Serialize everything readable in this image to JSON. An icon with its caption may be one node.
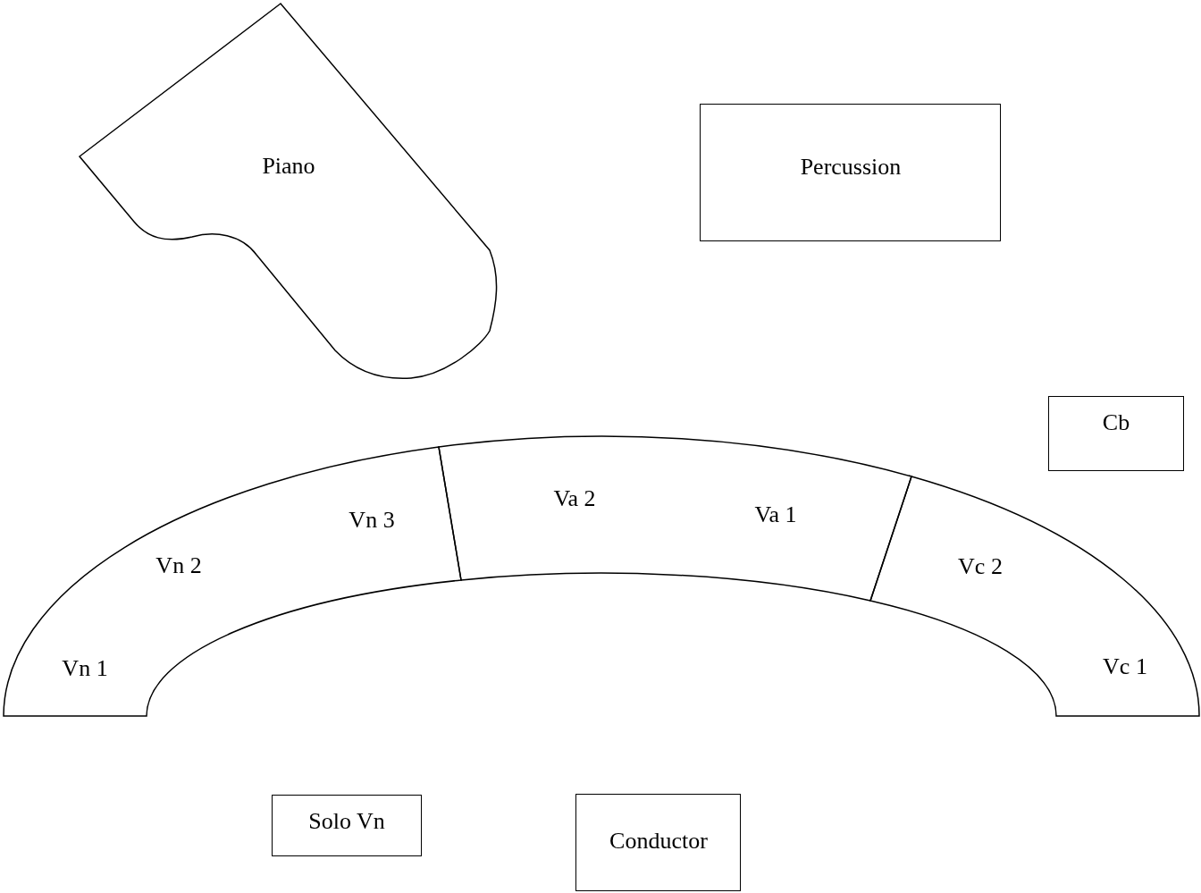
{
  "diagram": {
    "nodes": [
      {
        "text": [
          "Piano"
        ]
      },
      {
        "text": [
          "Percussion"
        ]
      },
      {
        "text": [
          "Cb"
        ]
      },
      {
        "text": [
          "Vn 3",
          "Vn 2",
          "Vn 1"
        ]
      },
      {
        "text": [
          "Va 2",
          "Va 1"
        ]
      },
      {
        "text": [
          "Vc 2",
          "Vc 1"
        ]
      },
      {
        "text": [
          "Solo Vn"
        ]
      },
      {
        "text": [
          "Conductor"
        ]
      }
    ]
  }
}
